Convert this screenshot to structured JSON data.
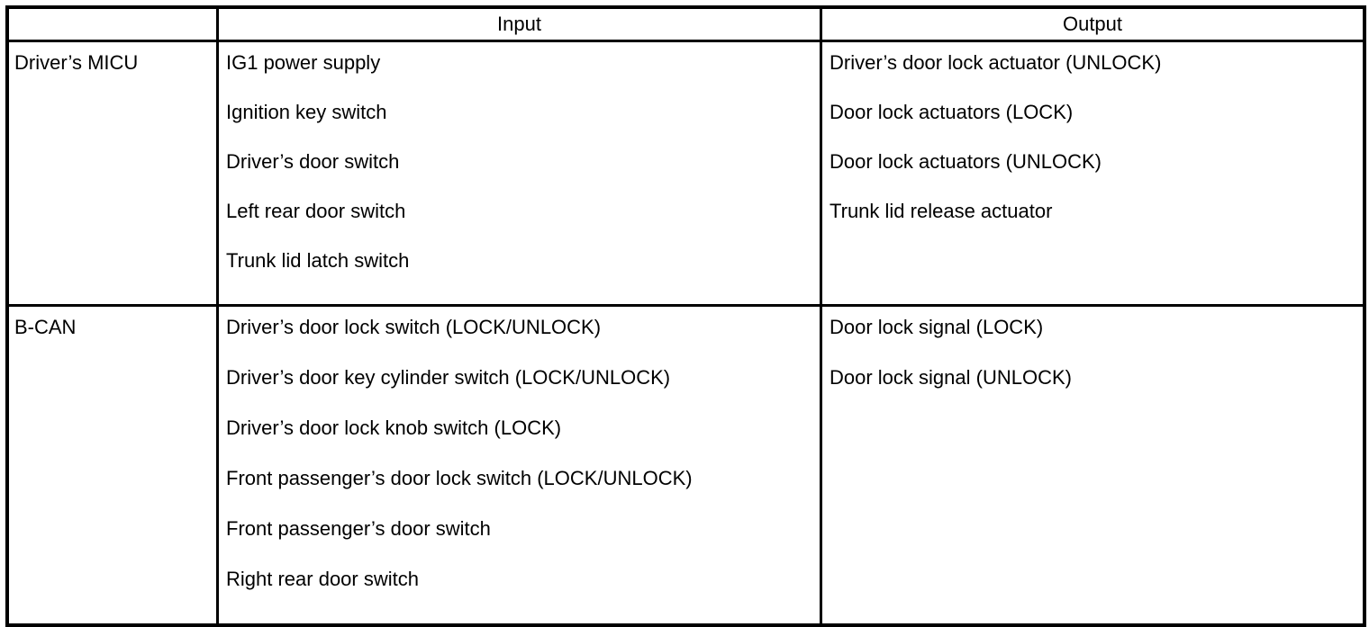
{
  "table": {
    "columns": [
      {
        "key": "source",
        "label": ""
      },
      {
        "key": "input",
        "label": "Input"
      },
      {
        "key": "output",
        "label": "Output"
      }
    ],
    "header": {
      "blank": "",
      "input": "Input",
      "output": "Output"
    },
    "rows": [
      {
        "source": "Driver’s MICU",
        "inputs": [
          "IG1 power supply",
          "Ignition key switch",
          "Driver’s door switch",
          "Left rear door switch",
          "Trunk lid latch switch"
        ],
        "outputs": [
          "Driver’s door lock actuator (UNLOCK)",
          "Door lock actuators (LOCK)",
          "Door lock actuators (UNLOCK)",
          "Trunk lid release actuator"
        ]
      },
      {
        "source": "B-CAN",
        "inputs": [
          "Driver’s door lock switch (LOCK/UNLOCK)",
          "Driver’s door key cylinder switch (LOCK/UNLOCK)",
          "Driver’s door lock knob switch (LOCK)",
          "Front passenger’s door lock switch (LOCK/UNLOCK)",
          "Front passenger’s door switch",
          "Right rear door switch"
        ],
        "outputs": [
          "Door lock signal (LOCK)",
          "Door lock signal (UNLOCK)"
        ]
      }
    ]
  },
  "style": {
    "border_color": "#000000",
    "text_color": "#000000",
    "background": "#ffffff"
  }
}
